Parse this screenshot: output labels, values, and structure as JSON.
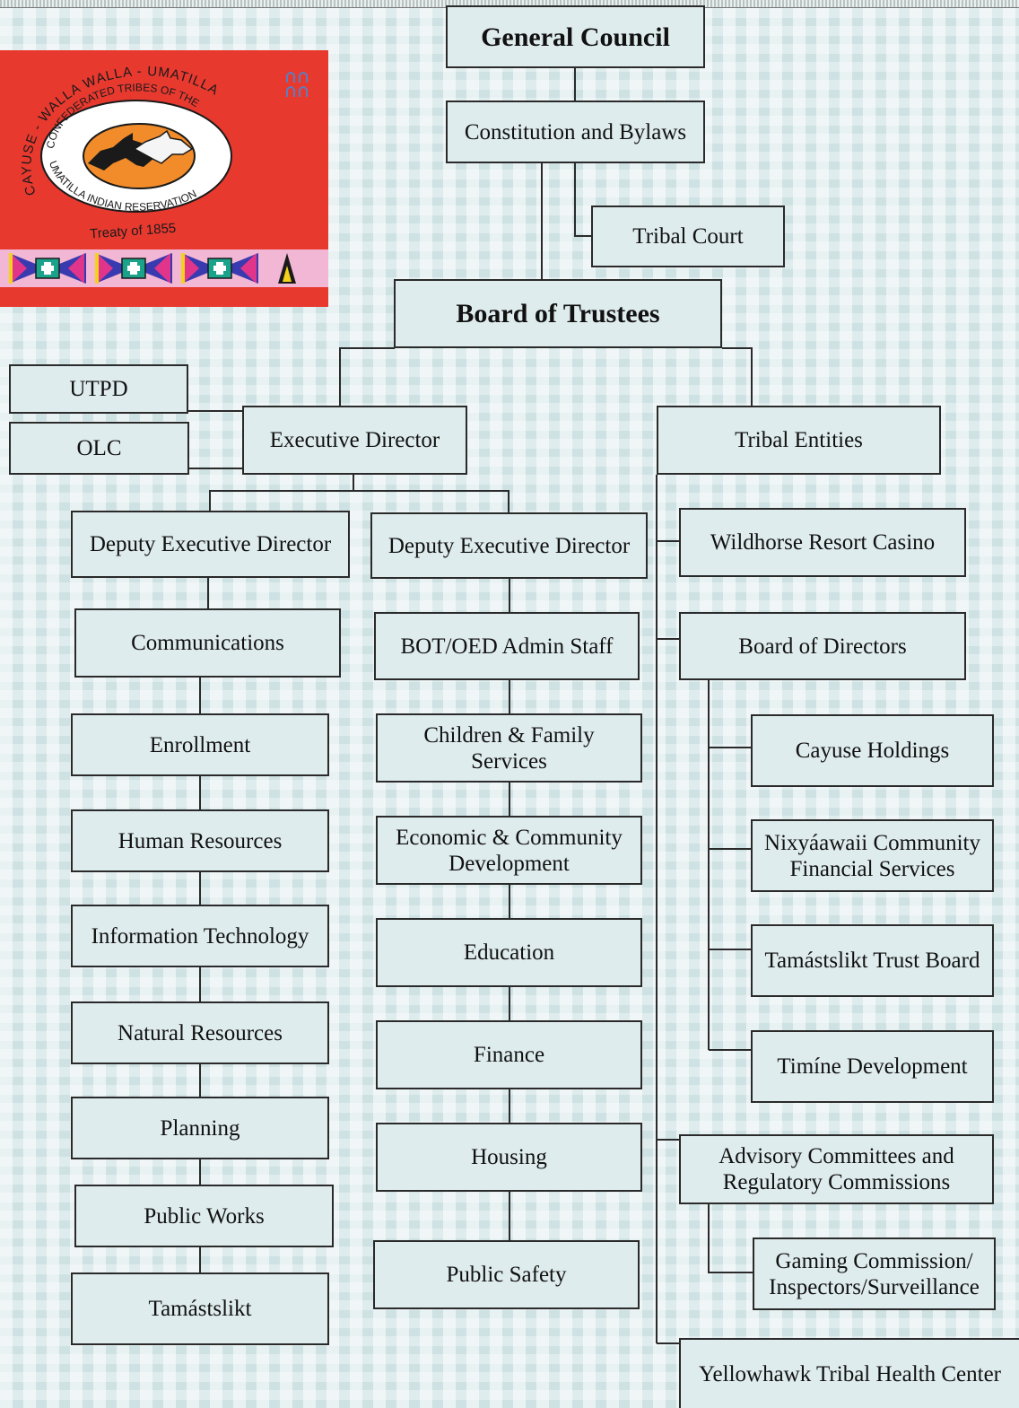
{
  "org_chart": {
    "general_council": "General Council",
    "constitution": "Constitution and Bylaws",
    "tribal_court": "Tribal Court",
    "board_of_trustees": "Board of Trustees",
    "utpd": "UTPD",
    "olc": "OLC",
    "executive_director": "Executive Director",
    "tribal_entities": "Tribal Entities",
    "deputy_left": "Deputy Executive Director",
    "deputy_right": "Deputy Executive Director",
    "left_column": [
      "Communications",
      "Enrollment",
      "Human Resources",
      "Information Technology",
      "Natural Resources",
      "Planning",
      "Public Works",
      "Tamástslikt"
    ],
    "middle_column": [
      "BOT/OED Admin Staff",
      "Children & Family\nServices",
      "Economic & Community\nDevelopment",
      "Education",
      "Finance",
      "Housing",
      "Public Safety"
    ],
    "wildhorse": "Wildhorse Resort Casino",
    "board_of_directors": "Board of Directors",
    "directors_children": [
      "Cayuse Holdings",
      "Nixyáawaii Community\nFinancial Services",
      "Tamástslikt Trust Board",
      "Timíne Development"
    ],
    "advisory": "Advisory Committees and\nRegulatory Commissions",
    "gaming": "Gaming Commission/\nInspectors/Surveillance",
    "yellowhawk": "Yellowhawk Tribal Health Center"
  },
  "logo": {
    "top_arc": "CAYUSE - WALLA WALLA - UMATILLA",
    "inner_top": "CONFEDERATED TRIBES OF THE",
    "inner_bottom": "UMATILLA INDIAN RESERVATION",
    "treaty": "Treaty of 1855"
  },
  "colors": {
    "background": "#dfeced",
    "logo_red": "#e8392f",
    "logo_orange": "#f28c2a",
    "logo_pink": "#f3b7d6"
  }
}
